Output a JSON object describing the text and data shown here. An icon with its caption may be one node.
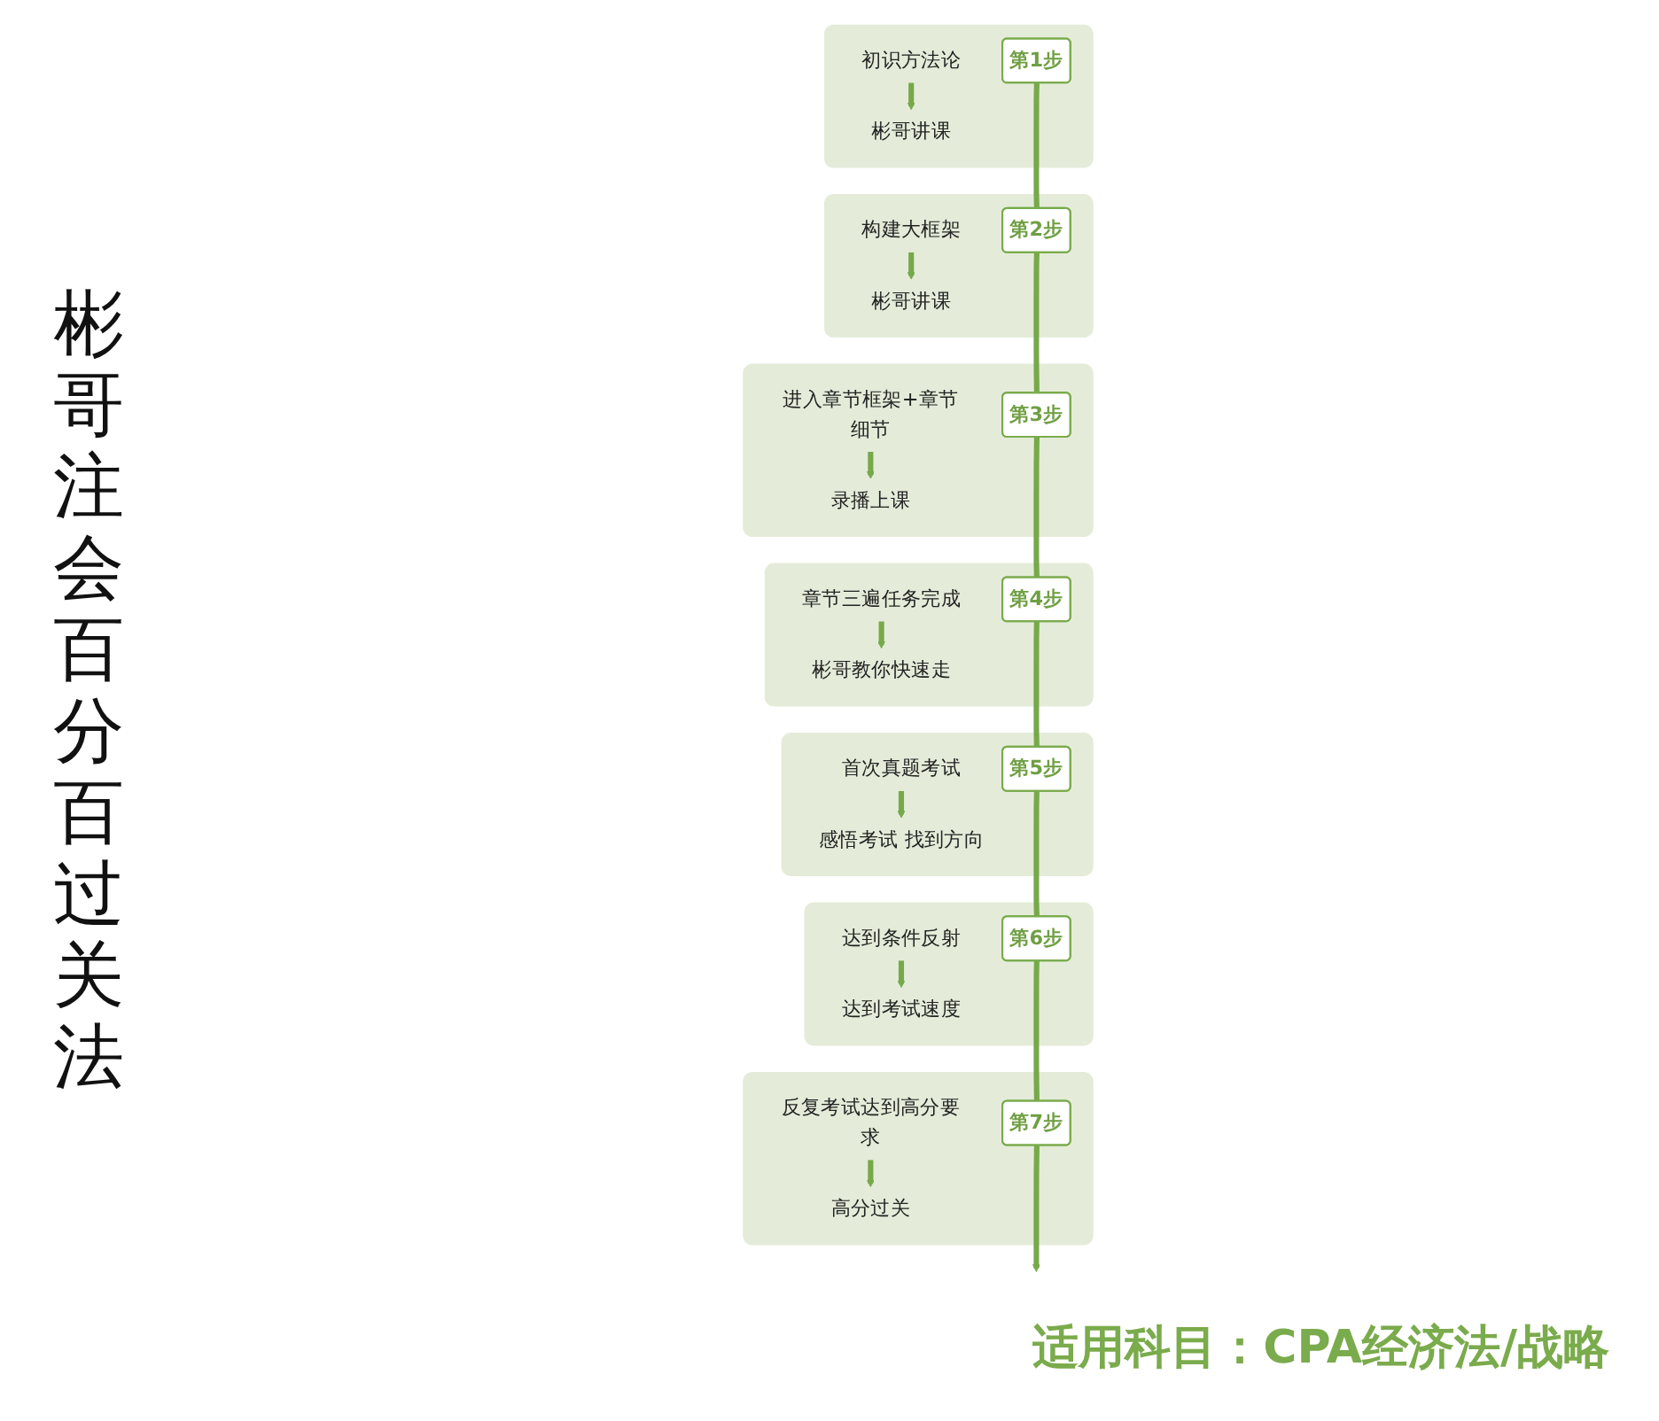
{
  "diagram": {
    "title": "彬哥注会百分百过关法",
    "nodes": [
      {
        "text": [],
        "shape": "box"
      },
      {
        "text": [
          "第1步"
        ],
        "in": 0
      },
      {
        "text": [
          "初识方法论"
        ],
        "in": 0
      },
      {
        "text": [
          "彬哥讲课"
        ],
        "in": 0
      },
      {
        "text": [],
        "shape": "box"
      },
      {
        "text": [
          "第2步"
        ],
        "in": 4
      },
      {
        "text": [
          "构建大框架"
        ],
        "in": 4
      },
      {
        "text": [
          "彬哥讲课"
        ],
        "in": 4
      },
      {
        "text": [],
        "shape": "box"
      },
      {
        "text": [
          "第3步"
        ],
        "in": 8
      },
      {
        "text": [
          "进入章节框架+章节细节"
        ],
        "in": 8
      },
      {
        "text": [
          "录播上课"
        ],
        "in": 8
      },
      {
        "text": [],
        "shape": "box"
      },
      {
        "text": [
          "第4步"
        ],
        "in": 12
      },
      {
        "text": [
          "章节三遍任务完成"
        ],
        "in": 12
      },
      {
        "text": [
          "彬哥教你快速走"
        ],
        "in": 12
      },
      {
        "text": [],
        "shape": "box"
      },
      {
        "text": [
          "第5步"
        ],
        "in": 16
      },
      {
        "text": [
          "首次真题考试"
        ],
        "in": 16
      },
      {
        "text": [
          "感悟考试 找到方向"
        ],
        "in": 16
      },
      {
        "text": [],
        "shape": "box"
      },
      {
        "text": [
          "第6步"
        ],
        "in": 20
      },
      {
        "text": [
          "达到条件反射"
        ],
        "in": 20
      },
      {
        "text": [
          "达到考试速度"
        ],
        "in": 20
      },
      {
        "text": [],
        "shape": "box"
      },
      {
        "text": [
          "第7步"
        ],
        "in": 24
      },
      {
        "text": [
          "反复考试达到高分要求"
        ],
        "in": 24
      },
      {
        "text": [
          "高分过关"
        ],
        "in": 24
      }
    ],
    "edges": [
      {
        "from": 2,
        "to": 3,
        "arrow": "to"
      },
      {
        "from": 6,
        "to": 7,
        "arrow": "to"
      },
      {
        "from": 10,
        "to": 11,
        "arrow": "to"
      },
      {
        "from": 14,
        "to": 15,
        "arrow": "to"
      },
      {
        "from": 18,
        "to": 19,
        "arrow": "to"
      },
      {
        "from": 22,
        "to": 23,
        "arrow": "to"
      },
      {
        "from": 26,
        "to": 27,
        "arrow": "to"
      },
      {
        "from": 1,
        "to": 5,
        "arrow": "none"
      },
      {
        "from": 5,
        "to": 9,
        "arrow": "none"
      },
      {
        "from": 9,
        "to": 13,
        "arrow": "none"
      },
      {
        "from": 13,
        "to": 17,
        "arrow": "none"
      },
      {
        "from": 17,
        "to": 21,
        "arrow": "none"
      },
      {
        "from": 21,
        "to": 25,
        "arrow": "none"
      },
      {
        "from": 25,
        "to": null,
        "arrow": "to"
      }
    ],
    "labels": [
      "适用科目：CPA经济法/战略"
    ]
  }
}
